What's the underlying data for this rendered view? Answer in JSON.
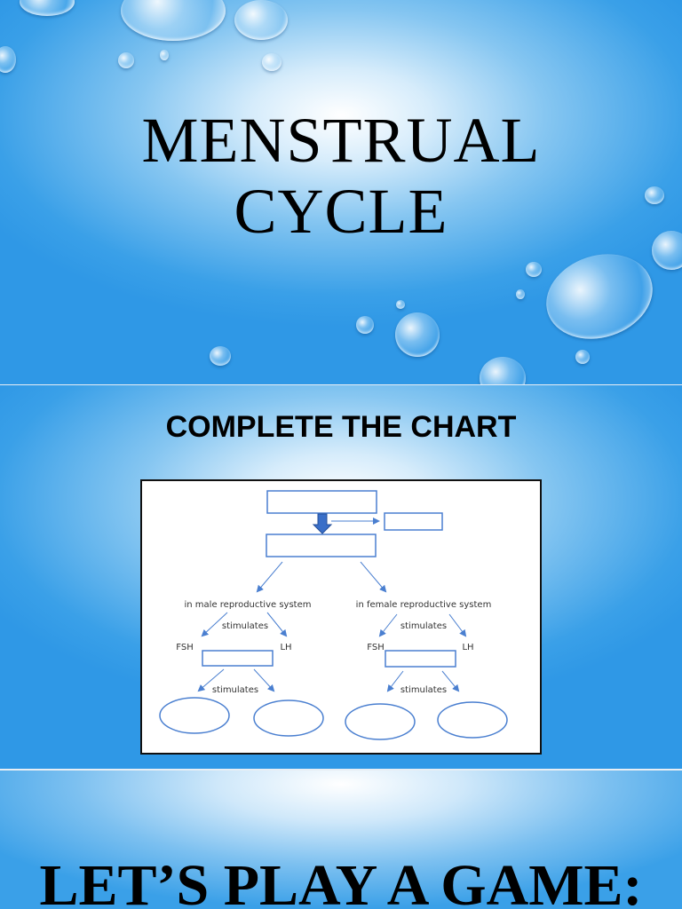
{
  "slides": [
    {
      "title_line1": "MENSTRUAL",
      "title_line2": "CYCLE"
    },
    {
      "title": "COMPLETE THE CHART",
      "diagram": {
        "male_label": "in male reproductive system",
        "female_label": "in female reproductive system",
        "stimulates": "stimulates",
        "fsh": "FSH",
        "lh": "LH",
        "box_color": "#4a7fd0",
        "arrow_color": "#4a7fd0"
      }
    },
    {
      "title": "LET’S PLAY A GAME:"
    }
  ]
}
